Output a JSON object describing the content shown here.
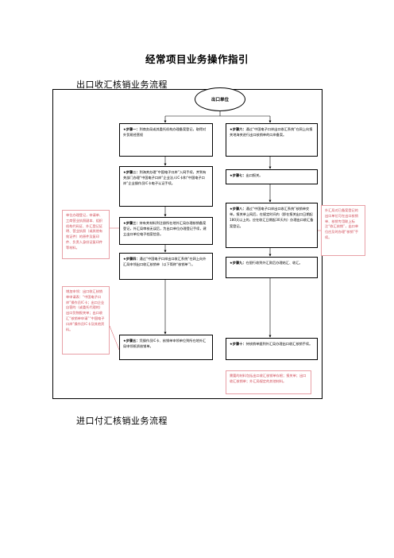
{
  "page": {
    "title": "经常项目业务操作指引"
  },
  "sections": {
    "export_title": "出口收汇核销业务流程",
    "import_title": "进口付汇核销业务流程"
  },
  "flow": {
    "start": "出口单位",
    "left_steps": [
      {
        "label": "★步骤一：",
        "text": "到商务局或其委托机构办理备案登记，取得对外贸易经营权"
      },
      {
        "label": "★步骤二：",
        "text": "到海关办理“中国电子口岸”入网手续，并到有关部门办理“中国电子口岸”企业法人IC卡和“中国电子口岸”企业操作员IC卡电子认证手续。"
      },
      {
        "label": "★步骤三：",
        "text": "持有关材料到注册所在地外汇局办理核销备案登记，外汇局审核无误后，为出口单位办理登记手续，建立出口单位电子档案信息。"
      },
      {
        "label": "★步骤四：",
        "text": "通过“中国电子口岸出口收汇系统”在网上向外汇局申领出口收汇核销单（以下简称“核销单”）。"
      },
      {
        "label": "★步骤五：",
        "text": "凭操作员IC卡、核销单申领单位到所在地外汇局申领纸质核销单。"
      }
    ],
    "right_steps": [
      {
        "label": "★步骤六：",
        "text": "通过“中国电子口岸出口收汇系统”在网上向报关地海关进行出口核销单的口岸备案。"
      },
      {
        "label": "★步骤七：",
        "text": "出口报关。"
      },
      {
        "label": "★步骤八：",
        "text": "通过“中国电子口岸出口收汇系统”核销单交单。报关单上网后，在规定时间内（即在报关出口日期起180天以上的，应在收汇日期起30天内）办理出口收汇备案登记。"
      },
      {
        "label": "★步骤九：",
        "text": "在银行收到外汇款后办理结汇、收汇。"
      },
      {
        "label": "★步骤十：",
        "text": "持核销单据到外汇局办理出口收汇核销手续。"
      }
    ]
  },
  "notes": {
    "left_1": "单位办理登记，申请单、工商营业执照副本、组织机构代码证、外汇登记证明、营业执照（或其他有效证件）的原件及复印件、负责人身份证复印件等材料。",
    "left_2": "增加申领：出口收汇核销单申请表：“中国电子口岸”操作员IC卡；出口企业自营的（或委托代理的）出口货物报关单；出口收汇“核销单申请”“中国电子口岸”操作员IC卡及其他资料。",
    "right_1": "外汇局对已备案登记的出口单位可在出口核销单、核销专用联上标注“收汇核销”，出口单位应及时办理“核销”手续。",
    "bottom": "需要的材料包括出口收汇核销单存根；报关单；出口收汇核销单；外汇局规定的其他材料。"
  }
}
